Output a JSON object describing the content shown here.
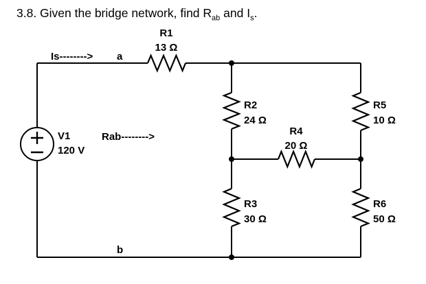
{
  "title": {
    "part1": "3.8. Given the bridge network, find R",
    "sub1": "ab",
    "part2": " and I",
    "sub2": "s",
    "part3": "."
  },
  "circuit": {
    "source": {
      "name": "V1",
      "value": "120 V",
      "icons": {
        "plus": "+",
        "minus": "−"
      }
    },
    "labels": {
      "current_arrow": "Is-------->",
      "rab_arrow": "Rab-------->",
      "node_a": "a",
      "node_b": "b"
    },
    "resistors": [
      {
        "id": "R1",
        "value": "13 Ω"
      },
      {
        "id": "R2",
        "value": "24 Ω"
      },
      {
        "id": "R3",
        "value": "30 Ω"
      },
      {
        "id": "R4",
        "value": "20 Ω"
      },
      {
        "id": "R5",
        "value": "10 Ω"
      },
      {
        "id": "R6",
        "value": "50 Ω"
      }
    ],
    "colors": {
      "wire": "#000000",
      "background": "#ffffff"
    }
  }
}
